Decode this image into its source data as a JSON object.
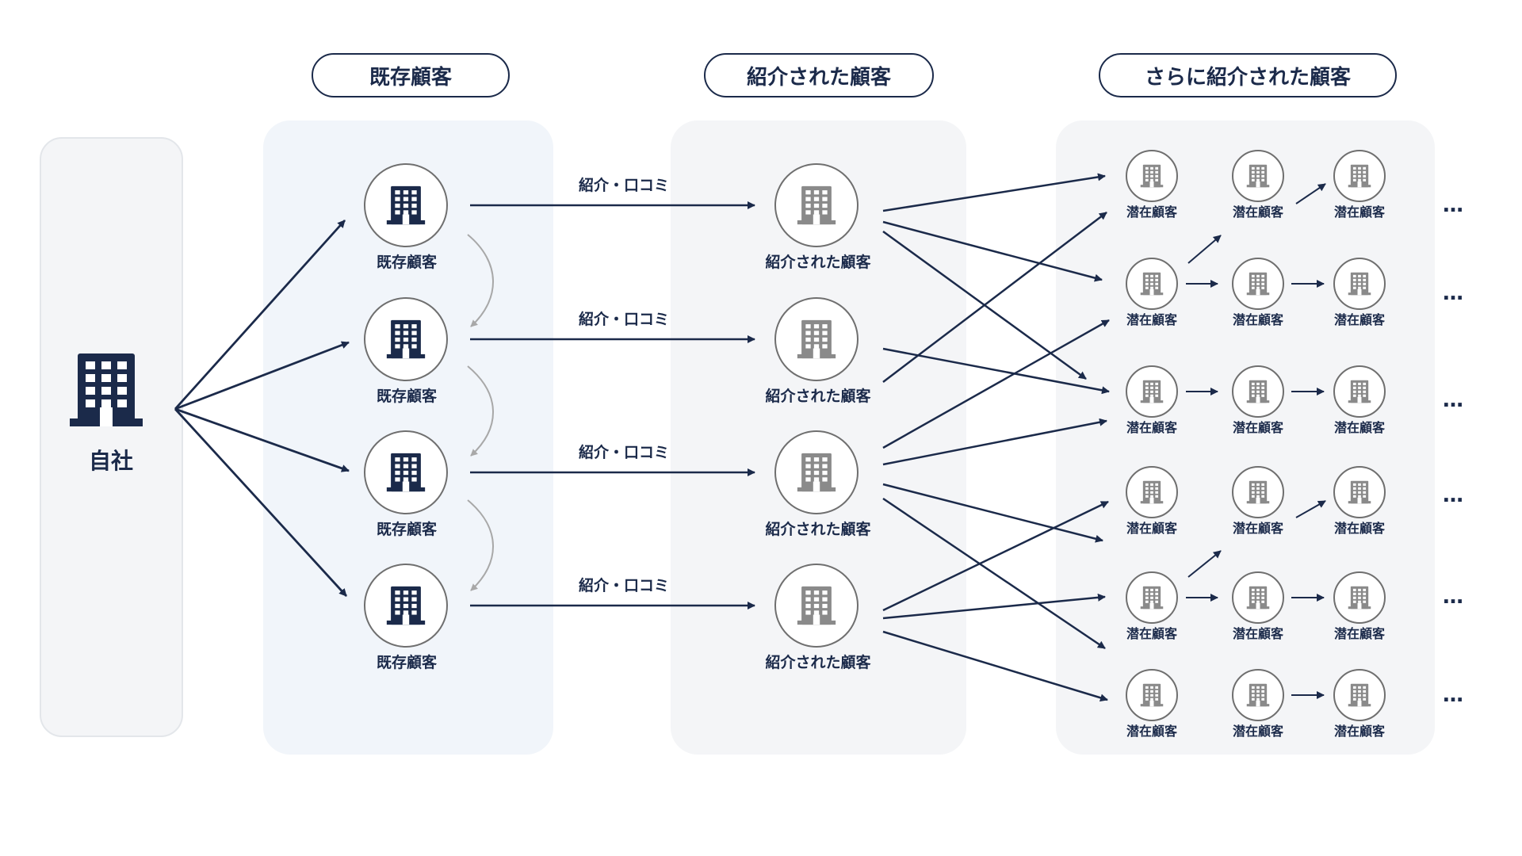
{
  "headers": {
    "existing": "既存顧客",
    "referred": "紹介された顧客",
    "further": "さらに紹介された顧客"
  },
  "self_label": "自社",
  "existing_nodes": [
    "既存顧客",
    "既存顧客",
    "既存顧客",
    "既存顧客"
  ],
  "referral_label": "紹介・口コミ",
  "referred_nodes": [
    "紹介された顧客",
    "紹介された顧客",
    "紹介された顧客",
    "紹介された顧客"
  ],
  "potential_label": "潜在顧客",
  "continuation": "…",
  "icons": {
    "company": "building-icon",
    "customer": "building-icon"
  },
  "colors": {
    "navy": "#1b2a4a",
    "gray_icon": "#8a8a8a",
    "panel_blue": "#f1f5fa",
    "panel_gray": "#f4f5f7"
  }
}
